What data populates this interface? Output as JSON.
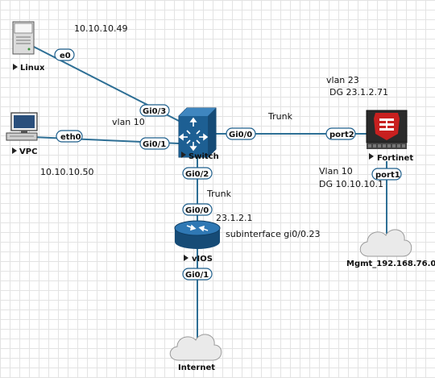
{
  "colors": {
    "link": "#2e6f95",
    "device_blue": "#1d5f93",
    "fortinet_red": "#c8201f",
    "cloud": "#eaeaea"
  },
  "nodes": {
    "linux": {
      "label": "Linux",
      "icon": "server-icon"
    },
    "vpc": {
      "label": "VPC",
      "icon": "pc-icon"
    },
    "switch": {
      "label": "Switch",
      "icon": "switch-icon"
    },
    "fortinet": {
      "label": "Fortinet",
      "icon": "fortinet-firewall-icon"
    },
    "vios": {
      "label": "vIOS",
      "icon": "router-icon"
    },
    "internet": {
      "label": "Internet",
      "icon": "cloud-icon"
    },
    "mgmt": {
      "label": "Mgmt_192.168.76.0",
      "icon": "cloud-icon"
    }
  },
  "ports": {
    "linux_e0": "e0",
    "vpc_eth0": "eth0",
    "sw_gi03": "Gi0/3",
    "sw_gi01": "Gi0/1",
    "sw_gi00": "Gi0/0",
    "sw_gi02": "Gi0/2",
    "fw_port2": "port2",
    "fw_port1": "port1",
    "vios_gi00": "Gi0/0",
    "vios_gi01": "Gi0/1"
  },
  "annotations": {
    "linux_ip": "10.10.10.49",
    "vpc_ip": "10.10.10.50",
    "vlan10_sw": "vlan 10",
    "trunk_top": "Trunk",
    "vlan23": "vlan 23",
    "dg23": "DG 23.1.2.71",
    "vlan10_fw": "Vlan 10",
    "dg10": "DG 10.10.10.1",
    "trunk_mid": "Trunk",
    "vios_ip": "23.1.2.1",
    "subinterface": "subinterface gi0/0.23"
  }
}
